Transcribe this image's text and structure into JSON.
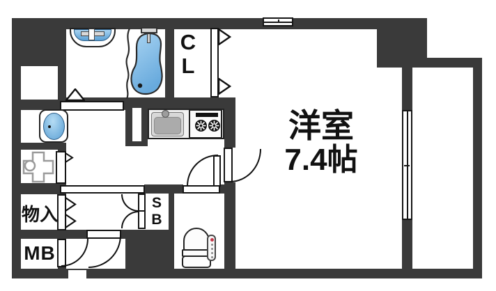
{
  "plan": {
    "rooms": {
      "western_room": {
        "name": "洋室",
        "size": "7.4帖"
      },
      "closet_label": "CL",
      "storage_label": "物入",
      "meter_box_label": "MB",
      "shoe_box_label": "SB"
    },
    "colors": {
      "wall": "#3a3a3a",
      "outline": "#151515",
      "fixture_blue": "#8ec4ec",
      "fixture_blue_deep": "#5a9fd4",
      "counter_gray": "#f2f2f2",
      "sink_gray": "#ababab",
      "toilet_red": "#c43a4b"
    }
  }
}
